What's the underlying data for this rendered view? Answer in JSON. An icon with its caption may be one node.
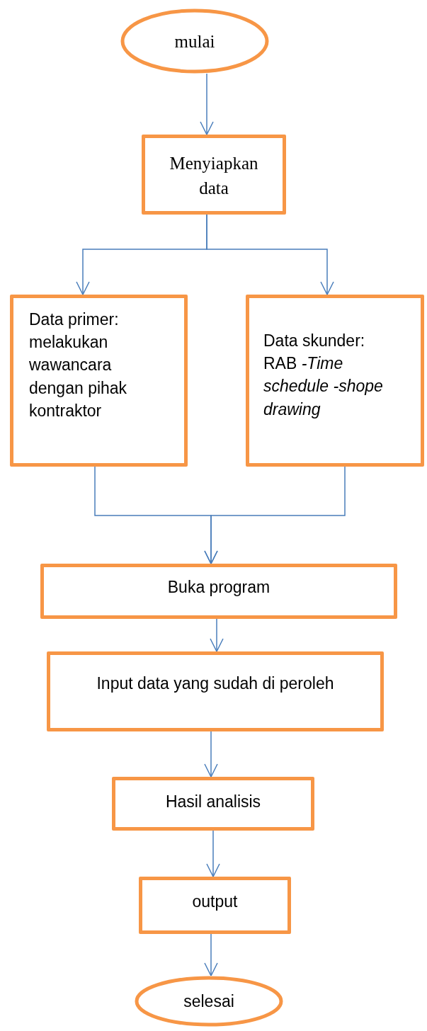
{
  "diagram": {
    "nodes": [
      {
        "text": [
          "mulai"
        ]
      },
      {
        "text": [
          "Menyiapkan data"
        ]
      },
      {
        "text": [
          "Data primer: melakukan wawancara dengan pihak kontraktor"
        ]
      },
      {
        "text": [
          "Data skunder: RAB *-Time schedule* *-shope drawing*"
        ]
      },
      {
        "text": [
          "Buka program"
        ]
      },
      {
        "text": [
          "Input data yang sudah di peroleh"
        ]
      },
      {
        "text": [
          "Hasil analisis"
        ]
      },
      {
        "text": [
          "output"
        ]
      },
      {
        "text": [
          "selesai"
        ]
      }
    ],
    "edges": [
      {
        "from": 0,
        "to": 1,
        "arrow": "to"
      },
      {
        "from": 1,
        "to": 2,
        "arrow": "to"
      },
      {
        "from": 1,
        "to": 3,
        "arrow": "to"
      },
      {
        "from": 2,
        "to": 4,
        "arrow": "to"
      },
      {
        "from": 3,
        "to": 4,
        "arrow": "to"
      },
      {
        "from": 4,
        "to": 5,
        "arrow": "to"
      },
      {
        "from": 5,
        "to": 6,
        "arrow": "to"
      },
      {
        "from": 6,
        "to": 7,
        "arrow": "to"
      },
      {
        "from": 7,
        "to": 8,
        "arrow": "to"
      }
    ]
  }
}
